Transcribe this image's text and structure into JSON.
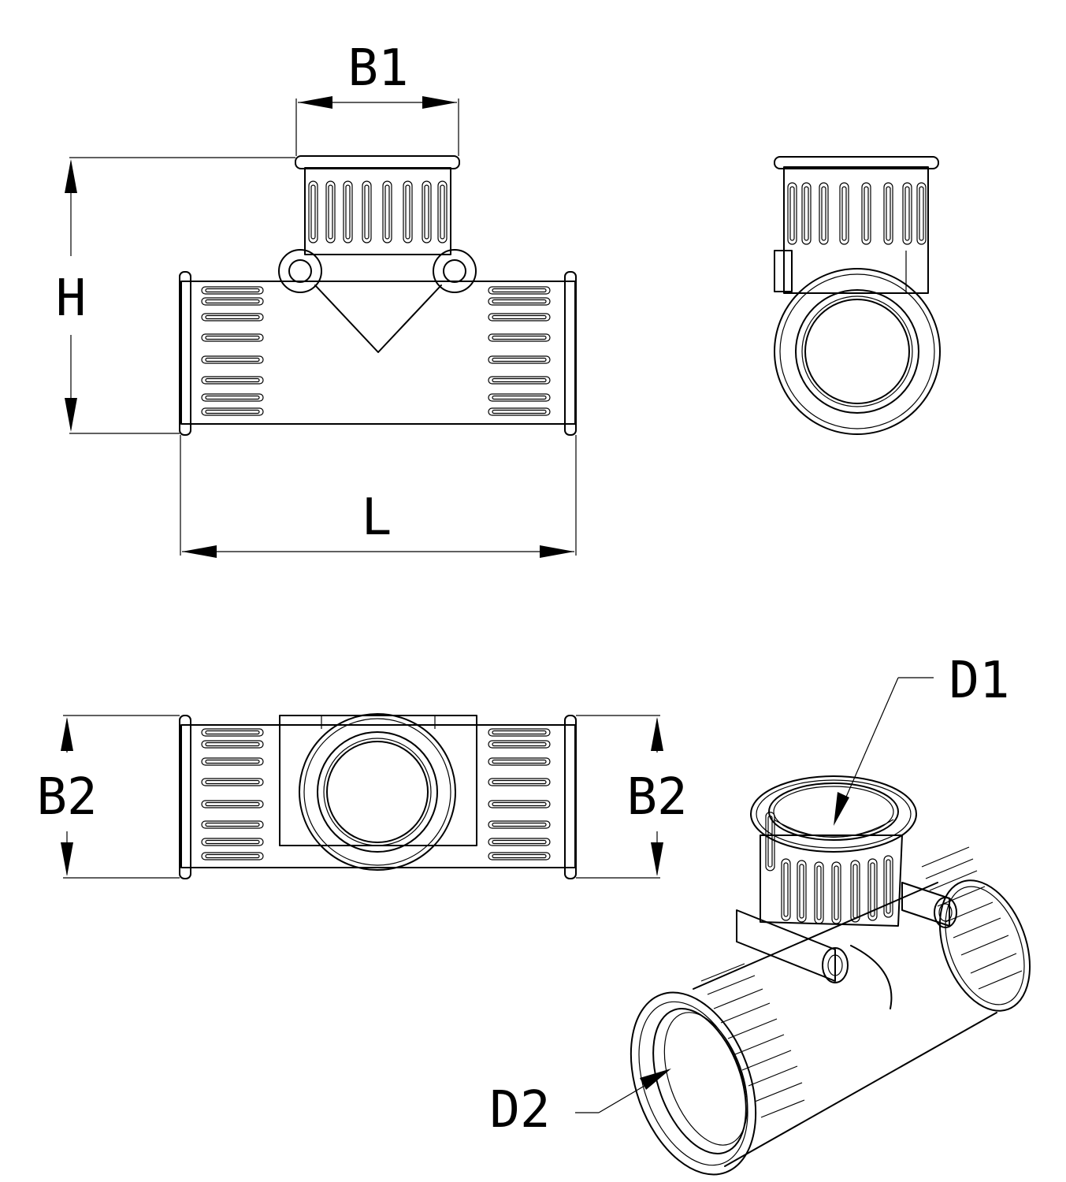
{
  "labels": {
    "b1": "B1",
    "h": "H",
    "l": "L",
    "b2_left": "B2",
    "b2_right": "B2",
    "d1": "D1",
    "d2": "D2"
  }
}
